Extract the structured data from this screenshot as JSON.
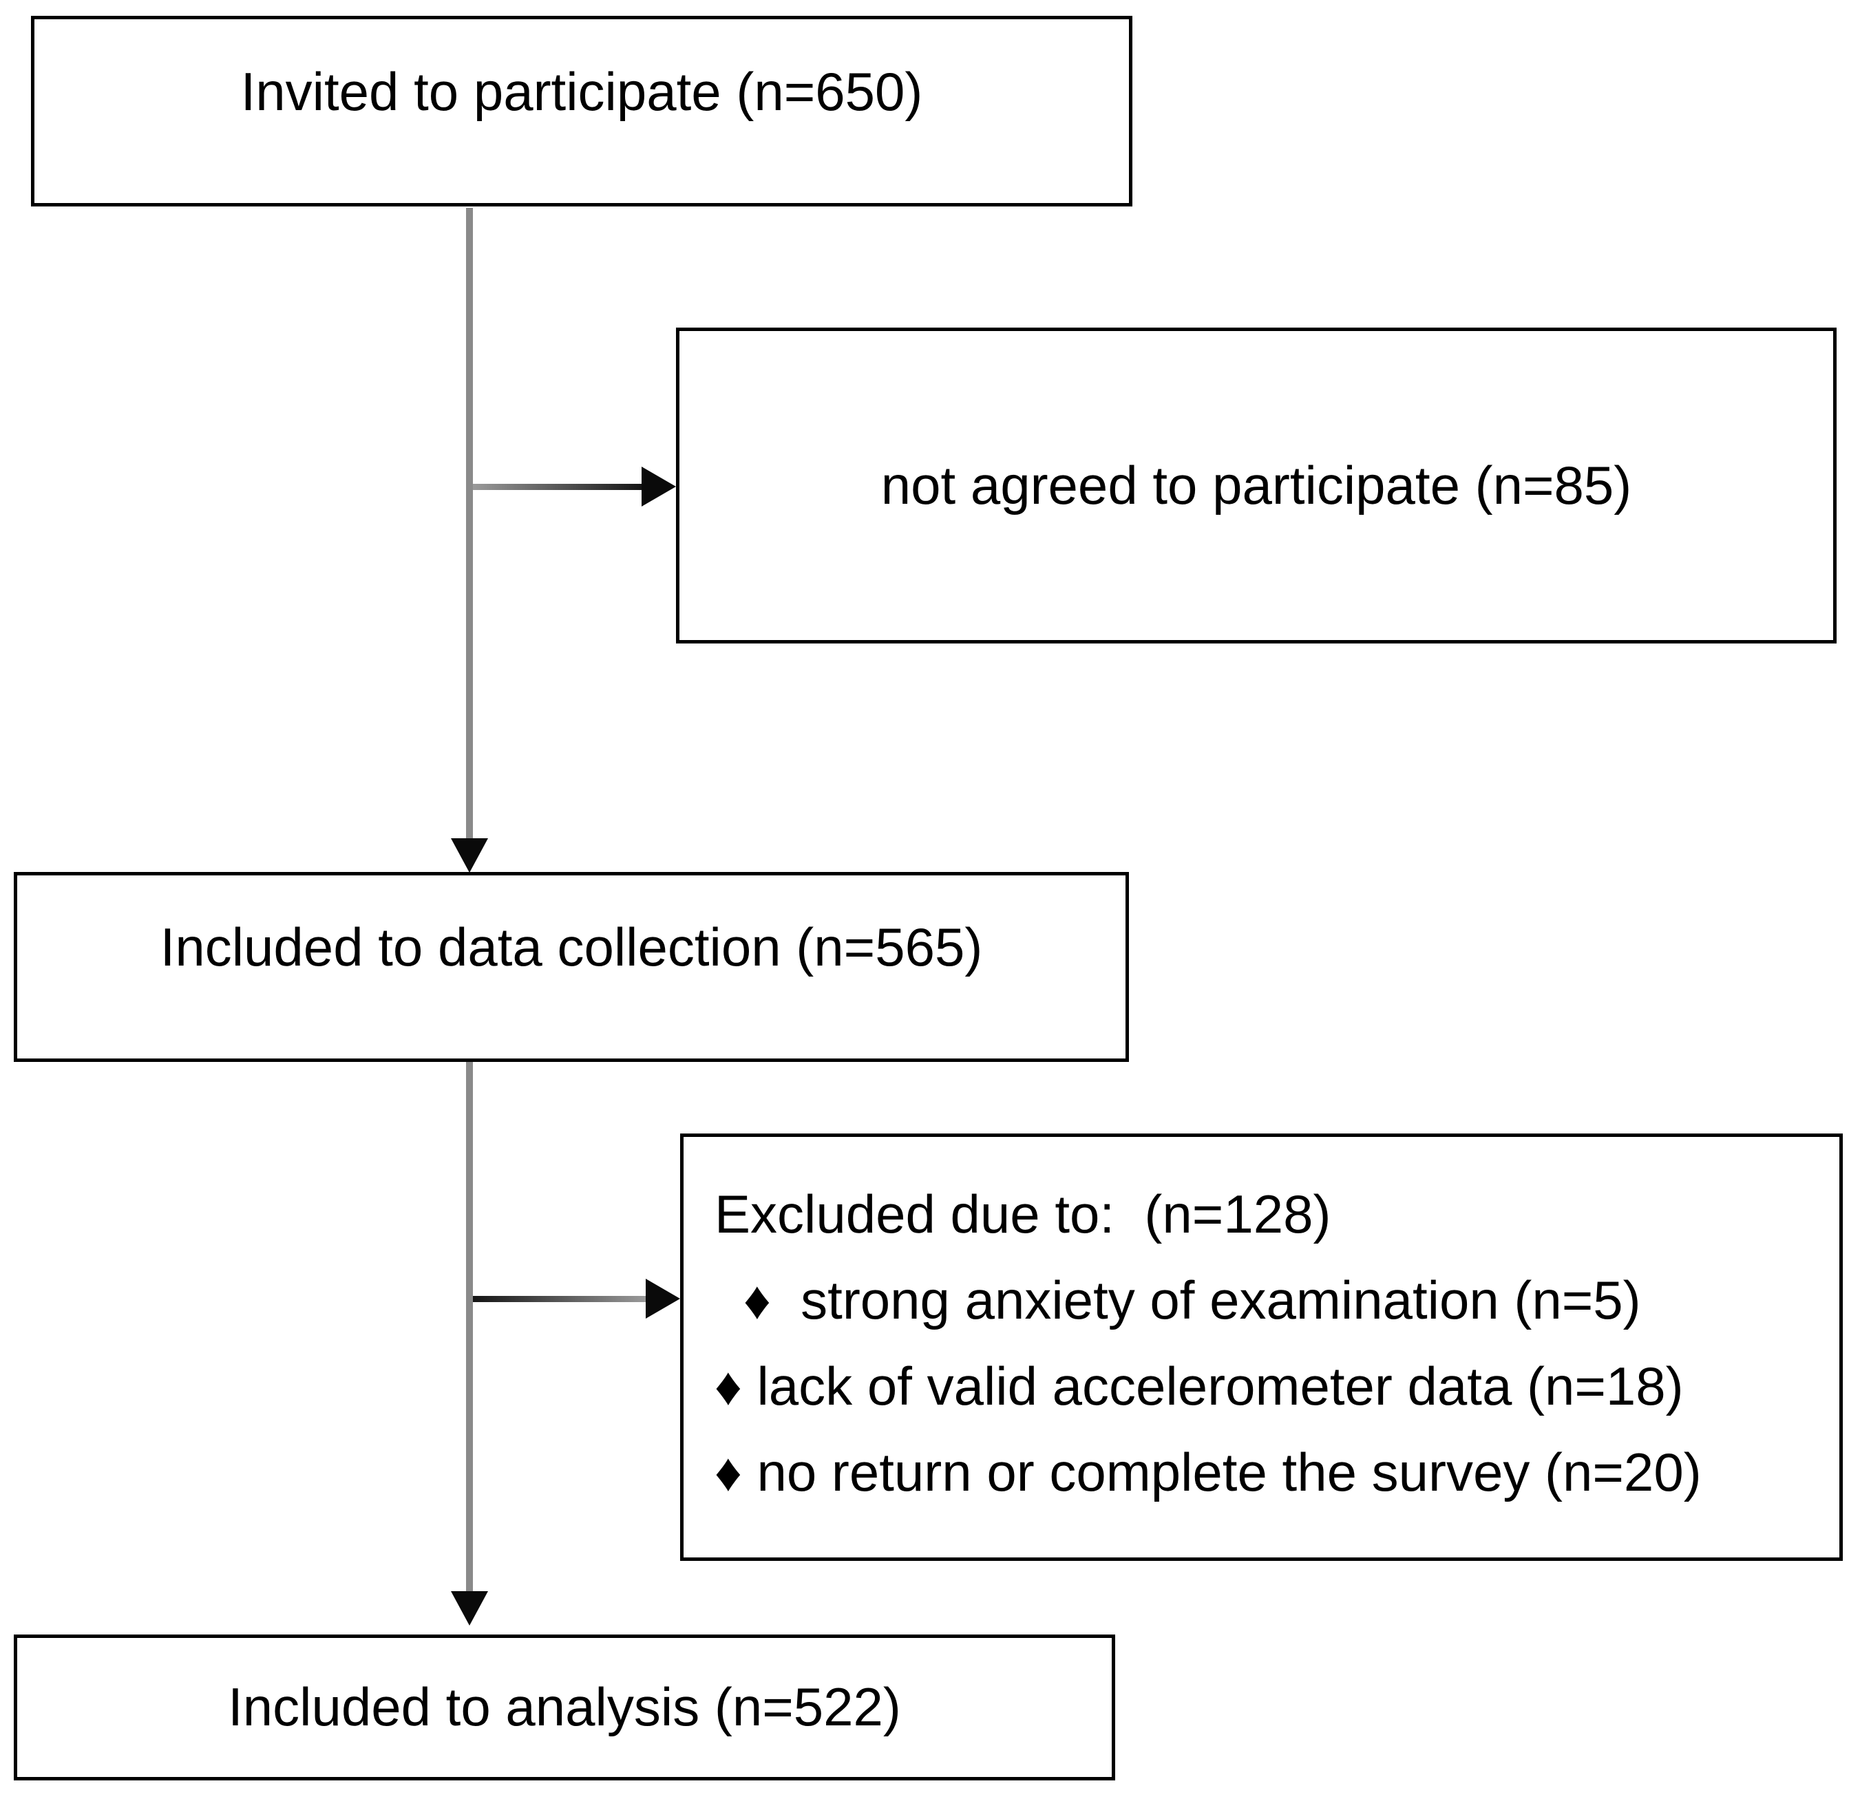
{
  "diagram": {
    "type": "participant-flow-chart",
    "boxes": {
      "invited": {
        "label": "Invited to participate (n=650)"
      },
      "not_agreed": {
        "label": "not agreed to participate (n=85)"
      },
      "data_collection": {
        "label": "Included to data collection (n=565)"
      },
      "excluded": {
        "heading": "Excluded due to:  (n=128)",
        "items": [
          "♦  strong anxiety of examination (n=5)",
          "♦ lack of valid accelerometer data (n=18)",
          "♦ no return or complete the survey (n=20)"
        ]
      },
      "analysis": {
        "label": "Included to analysis (n=522)"
      }
    },
    "counts": {
      "invited": 650,
      "not_agreed": 85,
      "data_collection": 565,
      "excluded_total": 128,
      "excluded_anxiety": 5,
      "excluded_accelerometer": 18,
      "excluded_survey": 20,
      "analysis": 522
    },
    "colors": {
      "background": "#ffffff",
      "box_border": "#000000",
      "text": "#000000",
      "connector_line": "#8a8a8a",
      "arrowhead": "#0a0a0a"
    }
  }
}
